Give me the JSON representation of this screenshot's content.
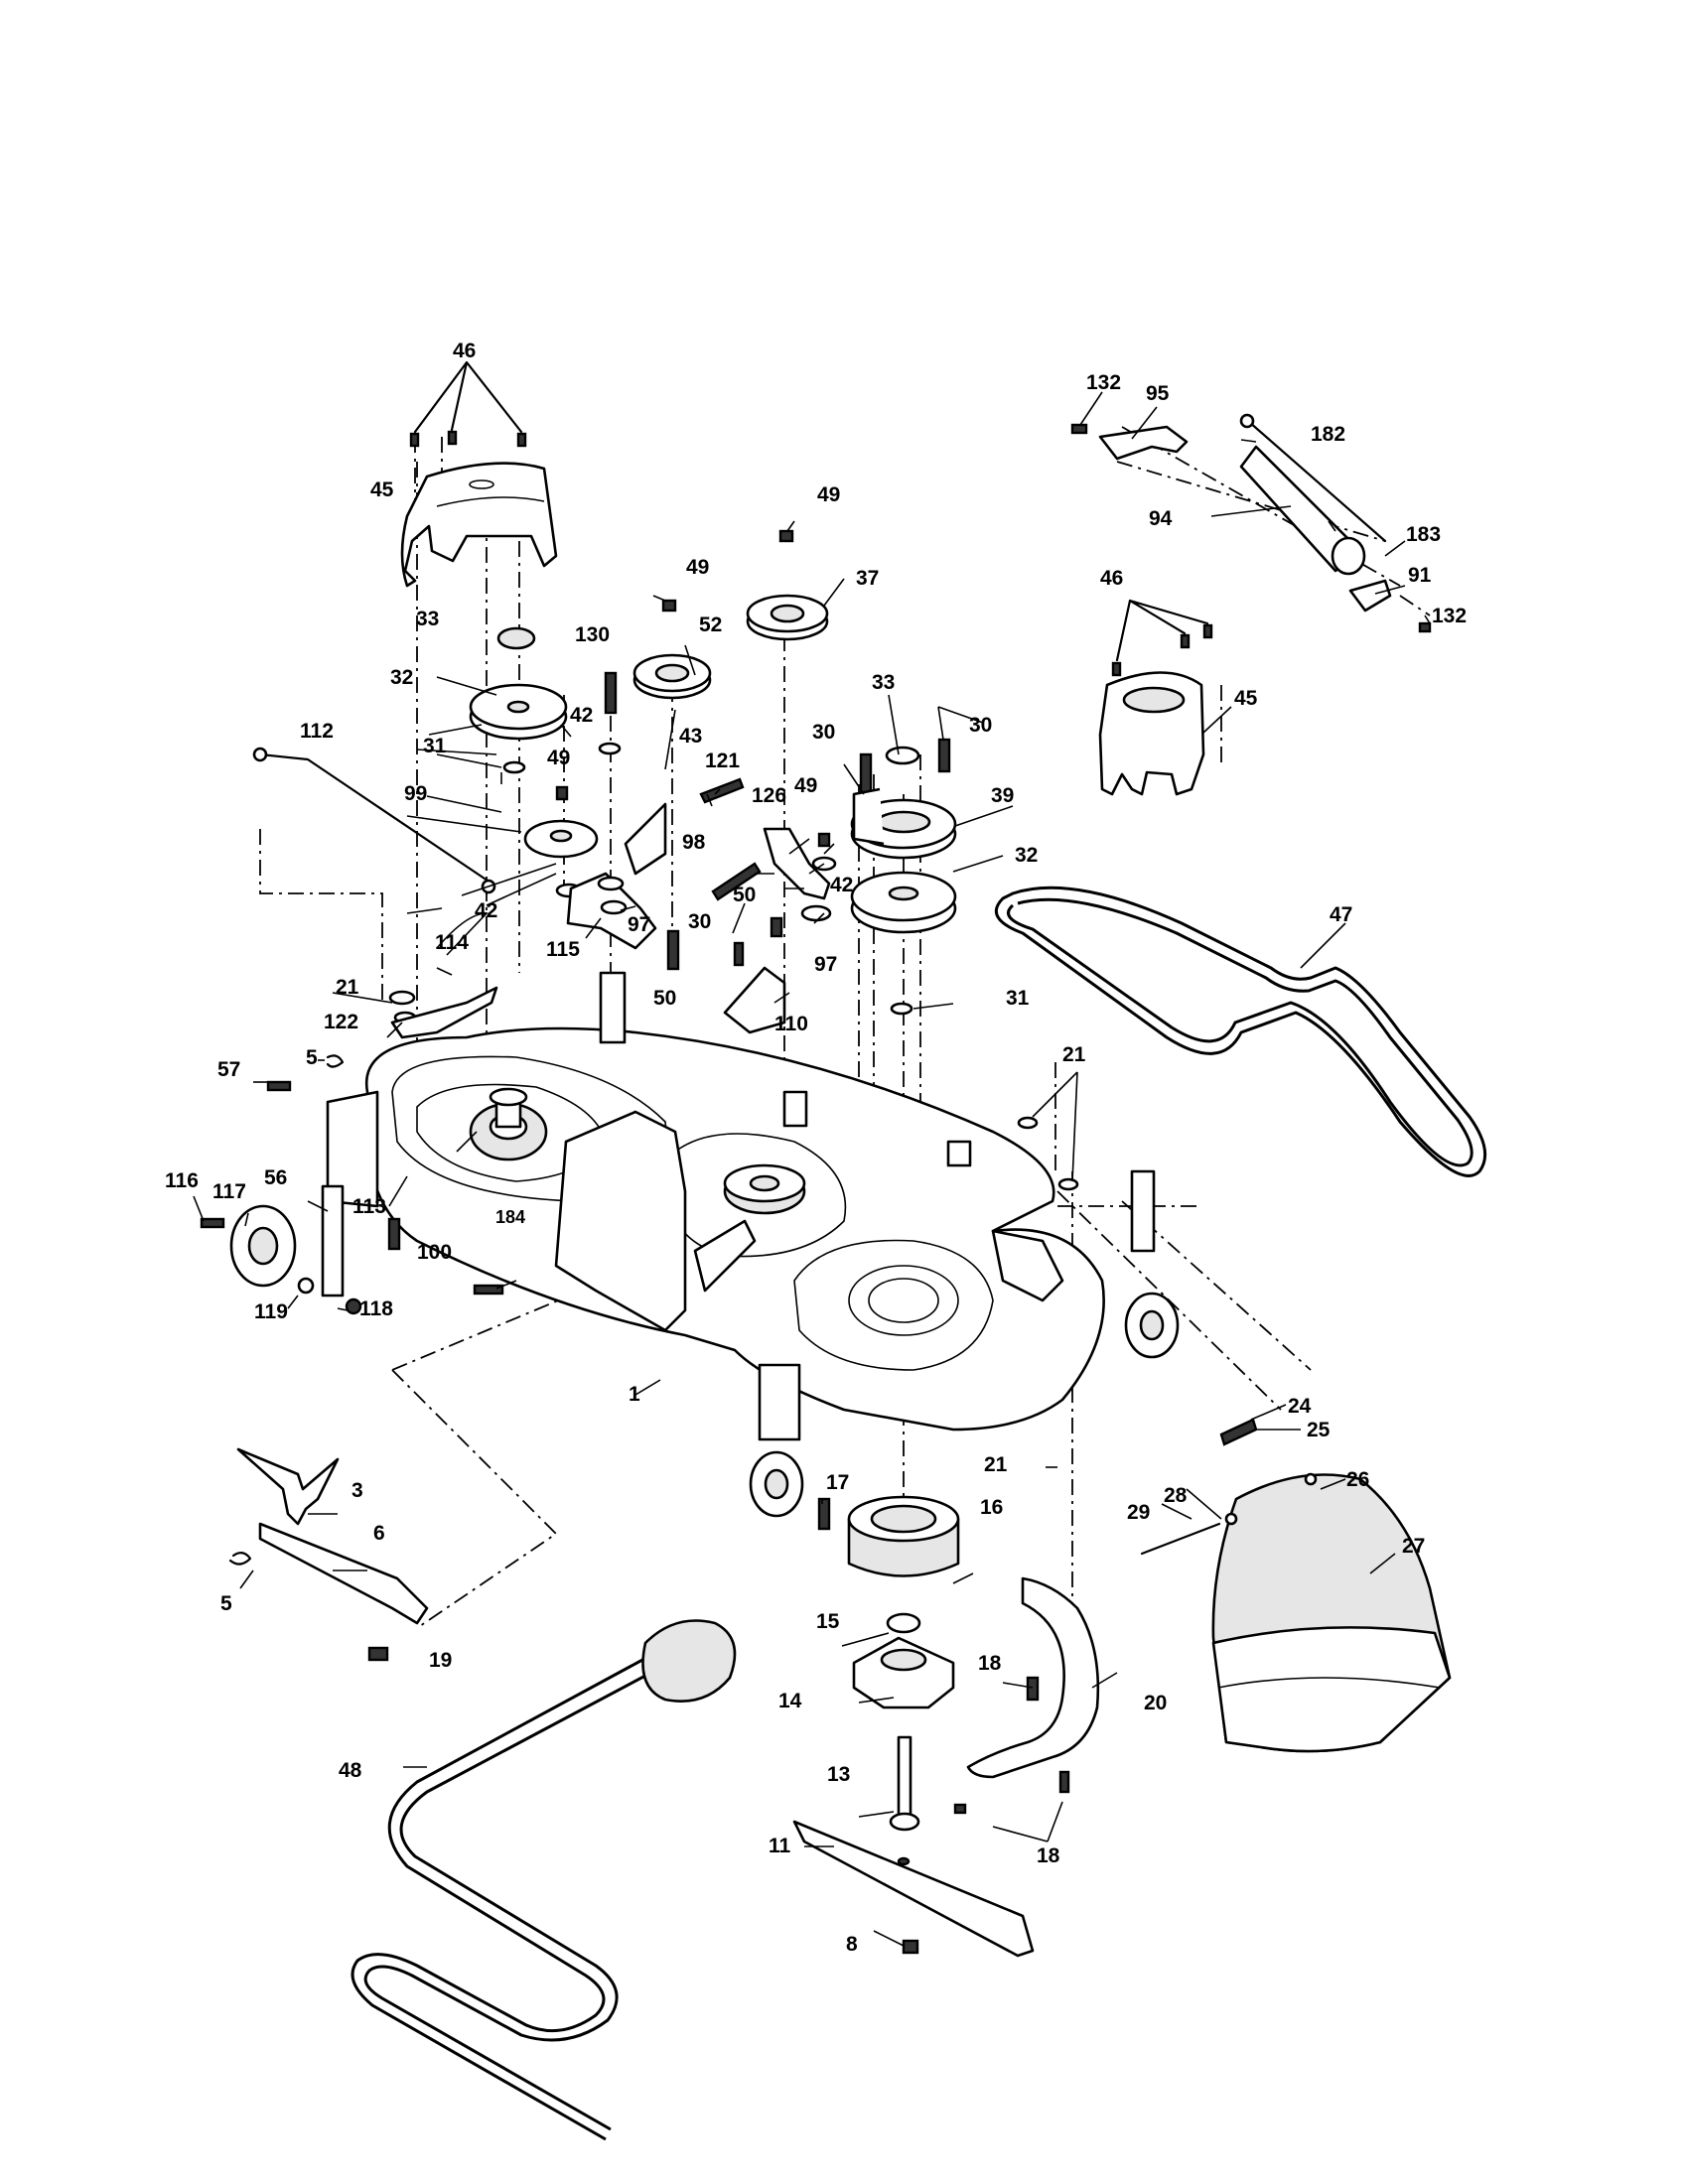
{
  "callouts": {
    "c1": "1",
    "c3": "3",
    "c5a": "5",
    "c5b": "5",
    "c6": "6",
    "c8": "8",
    "c11": "11",
    "c13": "13",
    "c14": "14",
    "c15": "15",
    "c16": "16",
    "c17": "17",
    "c18a": "18",
    "c18b": "18",
    "c19": "19",
    "c20": "20",
    "c21a": "21",
    "c21b": "21",
    "c21c": "21",
    "c24": "24",
    "c25": "25",
    "c26": "26",
    "c27": "27",
    "c28": "28",
    "c29": "29",
    "c30a": "30",
    "c30b": "30",
    "c30c": "30",
    "c31a": "31",
    "c31b": "31",
    "c32a": "32",
    "c32b": "32",
    "c33a": "33",
    "c33b": "33",
    "c37": "37",
    "c39": "39",
    "c42a": "42",
    "c42b": "42",
    "c42c": "42",
    "c43": "43",
    "c45a": "45",
    "c45b": "45",
    "c46a": "46",
    "c46b": "46",
    "c47": "47",
    "c48": "48",
    "c49a": "49",
    "c49b": "49",
    "c49c": "49",
    "c49d": "49",
    "c50a": "50",
    "c50b": "50",
    "c52": "52",
    "c56": "56",
    "c57": "57",
    "c91": "91",
    "c94": "94",
    "c95": "95",
    "c97a": "97",
    "c97b": "97",
    "c98": "98",
    "c99": "99",
    "c100": "100",
    "c110": "110",
    "c112": "112",
    "c113": "113",
    "c114": "114",
    "c115": "115",
    "c116": "116",
    "c117": "117",
    "c118": "118",
    "c119": "119",
    "c121": "121",
    "c122": "122",
    "c126": "126",
    "c130": "130",
    "c132a": "132",
    "c132b": "132",
    "c182": "182",
    "c183": "183",
    "c184": "184"
  }
}
